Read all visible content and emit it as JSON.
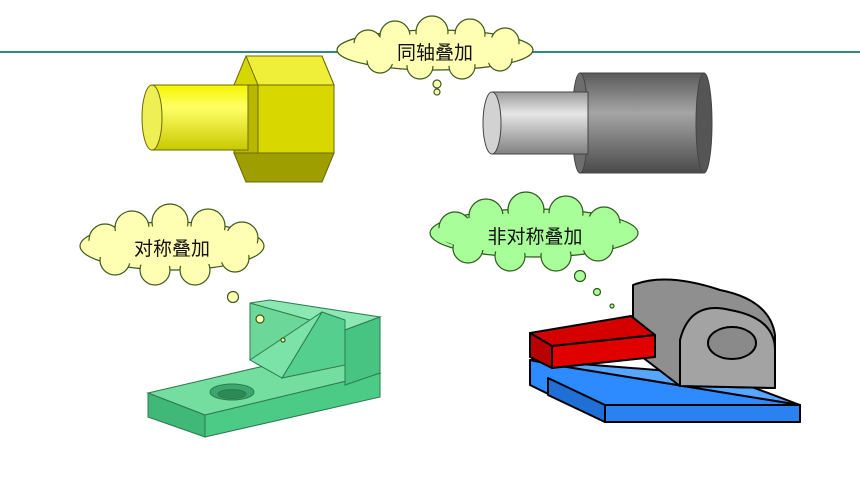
{
  "callouts": {
    "coaxial": "同轴叠加",
    "symmetric": "对称叠加",
    "asymmetric": "非对称叠加"
  },
  "colors": {
    "divider": "#2e8a84",
    "cloud_yellow": "#ffffb3",
    "cloud_green": "#a8ff9a",
    "hex_part": "#e6e600",
    "cylinder_gray": "#7a7a7a",
    "bracket_green": "#5ad08a",
    "base_blue": "#2d8bff",
    "block_red": "#d40000",
    "boss_gray": "#8f8f8f"
  }
}
